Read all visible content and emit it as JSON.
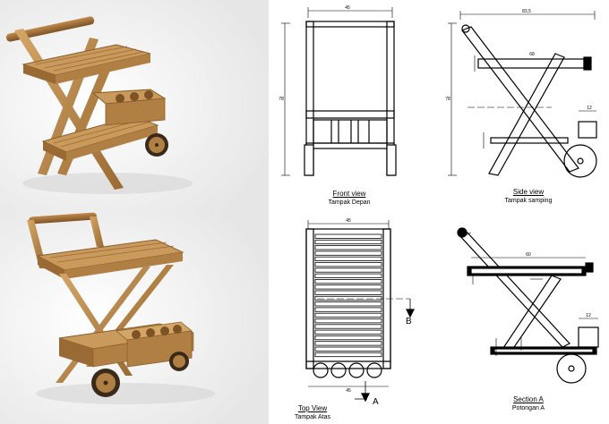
{
  "views": {
    "front": {
      "title": "Front view",
      "subtitle": "Tampak Depan"
    },
    "side": {
      "title": "Side view",
      "subtitle": "Tampak samping"
    },
    "top": {
      "title": "Top View",
      "subtitle": "Tampak Atas"
    },
    "section": {
      "title": "Section A",
      "subtitle": "Potongan A"
    }
  },
  "dimensions": {
    "front_width": "45",
    "front_height": "78",
    "side_width": "83,5",
    "side_height": "78",
    "side_tray": "68",
    "side_box": "12",
    "top_width": "45",
    "top_width_bottom": "45",
    "section_tray": "60",
    "section_box": "12"
  },
  "markers": {
    "section_b": "B",
    "section_a": "A"
  },
  "colors": {
    "wood_light": "#c99a5c",
    "wood_dark": "#8a5e2c",
    "line": "#000000"
  }
}
